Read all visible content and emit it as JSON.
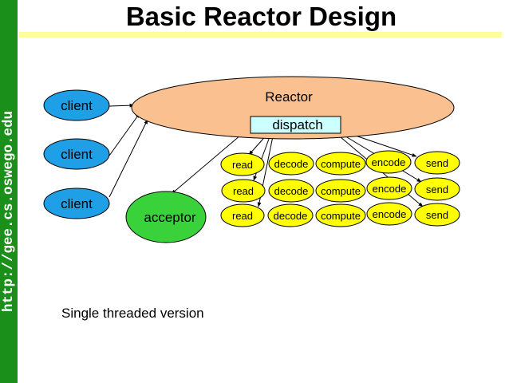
{
  "sidebar": {
    "url": "http://gee.cs.oswego.edu",
    "color": "#1a8f1a"
  },
  "title": "Basic Reactor Design",
  "caption": "Single threaded version",
  "diagram": {
    "reactor_label": "Reactor",
    "dispatch_label": "dispatch",
    "acceptor_label": "acceptor",
    "clients": [
      "client",
      "client",
      "client"
    ],
    "handler_rows": [
      [
        "read",
        "decode",
        "compute",
        "encode",
        "send"
      ],
      [
        "read",
        "decode",
        "compute",
        "encode",
        "send"
      ],
      [
        "read",
        "decode",
        "compute",
        "encode",
        "send"
      ]
    ]
  },
  "colors": {
    "client_fill": "#1f9fe6",
    "reactor_fill": "#fac090",
    "dispatch_fill": "#ccffff",
    "acceptor_fill": "#3ad23a",
    "handler_fill": "#ffff00",
    "title_rule": "#ffff99"
  }
}
